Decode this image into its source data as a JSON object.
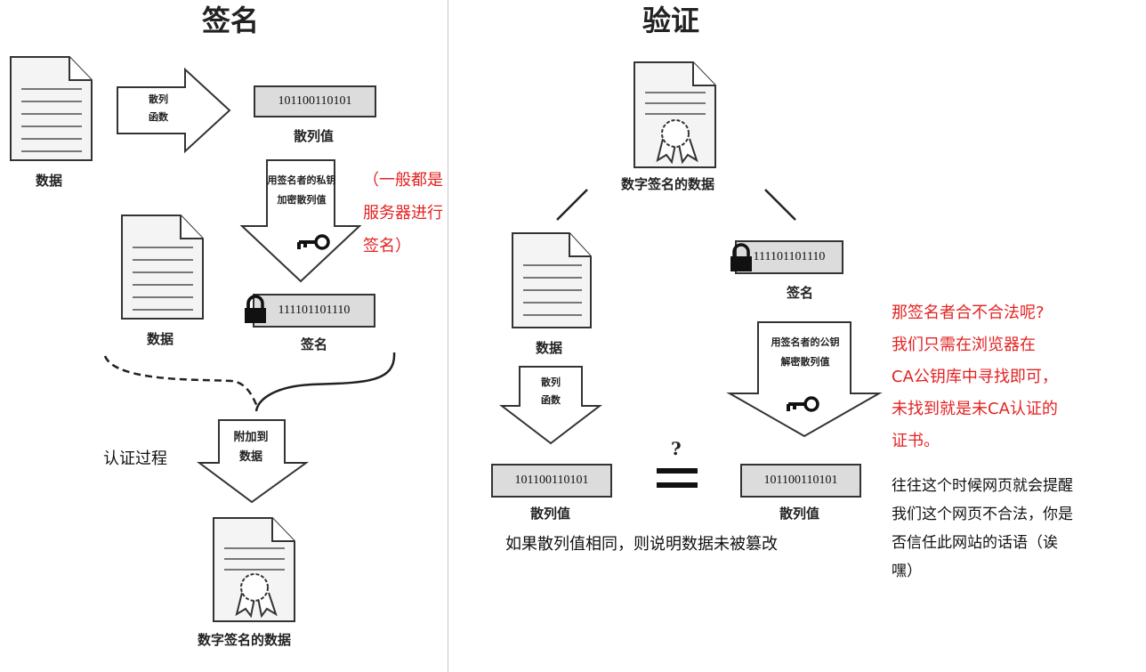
{
  "left": {
    "title": "签名",
    "data_label_1": "数据",
    "hash_fn": [
      "散列",
      "函数"
    ],
    "hash_value": "101100110101",
    "hash_value_label": "散列值",
    "encrypt": [
      "用签名者的私钥",
      "加密散列值"
    ],
    "red_note": [
      "（一般都是",
      "服务器进行",
      "签名）"
    ],
    "data_label_2": "数据",
    "signature_value": "111101101110",
    "signature_label": "签名",
    "attach": [
      "附加到",
      "数据"
    ],
    "process_label": "认证过程",
    "signed_data_label": "数字签名的数据"
  },
  "right": {
    "title": "验证",
    "signed_data_label": "数字签名的数据",
    "signature_value": "111101101110",
    "signature_label": "签名",
    "data_label": "数据",
    "hash_fn": [
      "散列",
      "函数"
    ],
    "decrypt": [
      "用签名者的公钥",
      "解密散列值"
    ],
    "question": "?",
    "hash_value_left": "101100110101",
    "hash_value_right": "101100110101",
    "hash_label_left": "散列值",
    "hash_label_right": "散列值",
    "conclusion": "如果散列值相同，则说明数据未被篡改",
    "red_note": [
      "那签名者合不合法呢?",
      "我们只需在浏览器在",
      "CA公钥库中寻找即可，",
      "未找到就是未CA认证的",
      "证书。"
    ],
    "black_note": [
      "往往这个时候网页就会提醒",
      "我们这个网页不合法，你是",
      "否信任此网站的话语（诶",
      "嘿）"
    ]
  }
}
